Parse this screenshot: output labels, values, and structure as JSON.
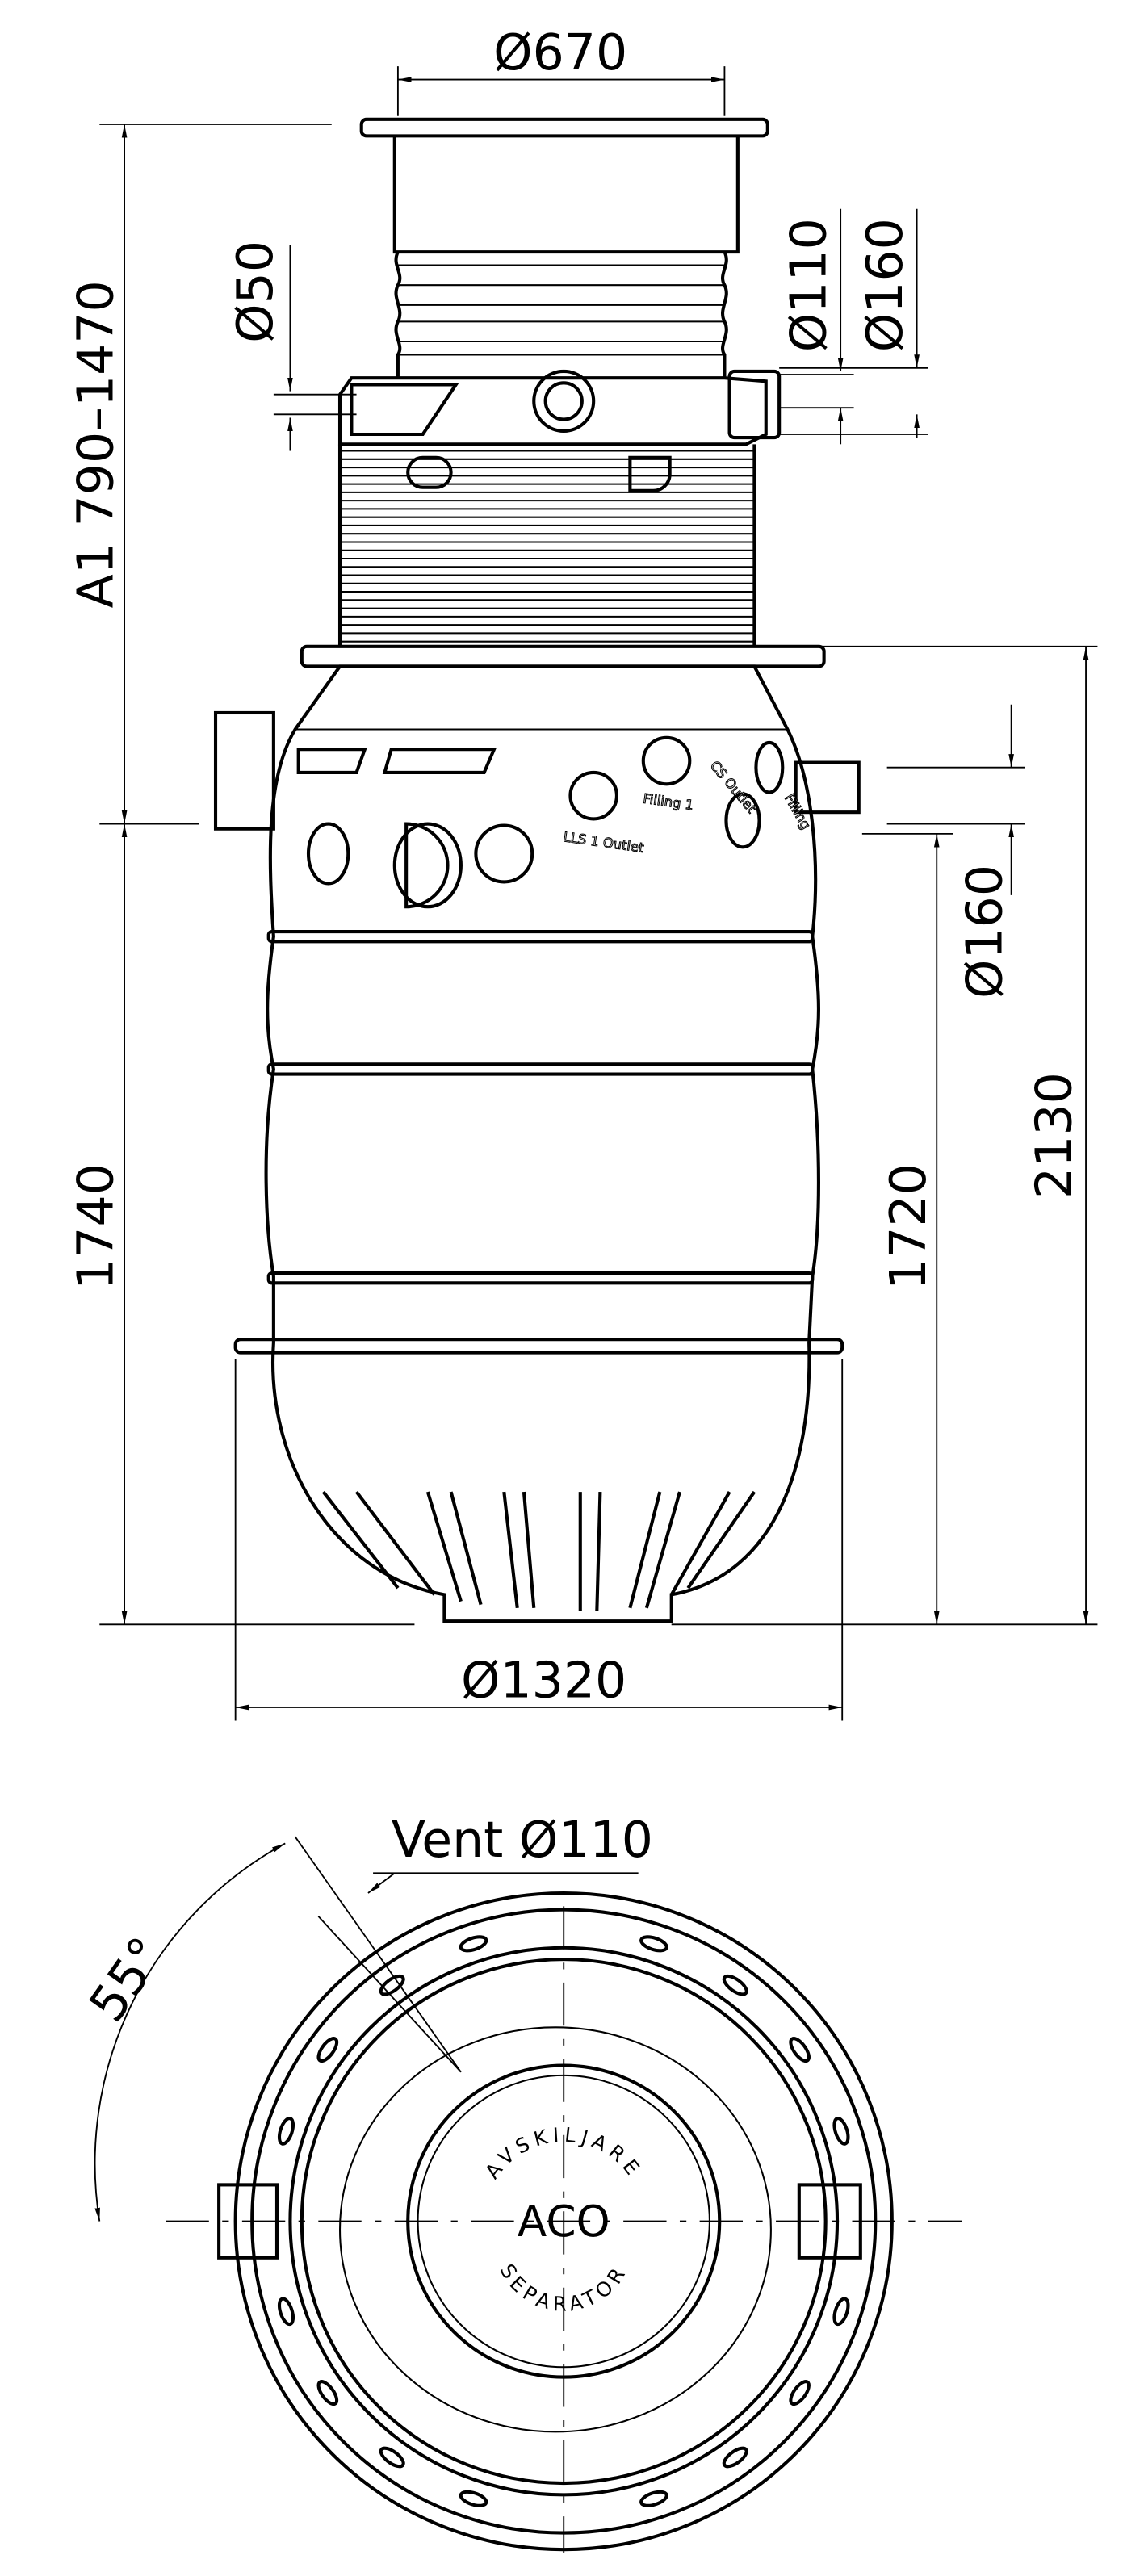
{
  "title": "ACO separator technical drawing",
  "dimensions": {
    "top_diameter": "Ø670",
    "small_pipe": "Ø50",
    "outlet_110": "Ø110",
    "outlet_160_top": "Ø160",
    "height_a1": "A1  790–1470",
    "height_1740": "1740",
    "height_1720": "1720",
    "height_2130": "2130",
    "inlet_160": "Ø160",
    "base_diameter": "Ø1320",
    "vent": "Vent Ø110",
    "angle": "55°"
  },
  "body_labels": {
    "lls_outlet": "LLS 1 Outlet",
    "filling_1": "Filling 1",
    "cs_outlet": "CS Outlet",
    "filling": "Filling"
  },
  "plan_view": {
    "stamp_top": "AVSKILJARE",
    "logo": "ACO",
    "stamp_bottom": "SEPARATOR"
  }
}
